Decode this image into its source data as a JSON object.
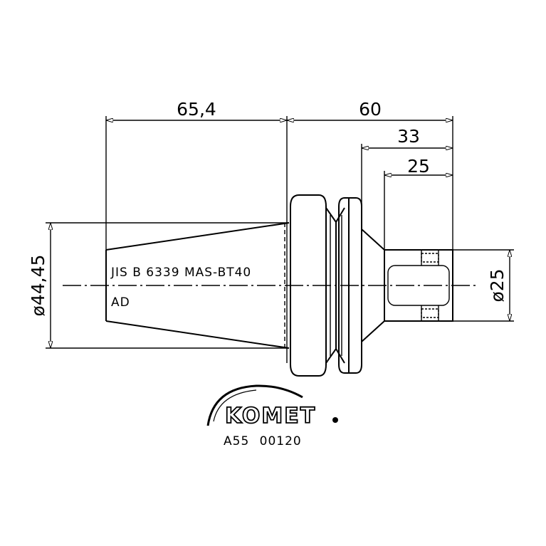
{
  "dimensions": {
    "taper_length": "65,4",
    "overall_right": "60",
    "mid_length": "33",
    "short_length": "25",
    "taper_diameter": "ø44,45",
    "shank_diameter": "ø25"
  },
  "labels": {
    "standard": "JIS B 6339 MAS-BT40",
    "code": "AD"
  },
  "brand": {
    "name": "KOMET"
  },
  "part_number": "A55 00120"
}
